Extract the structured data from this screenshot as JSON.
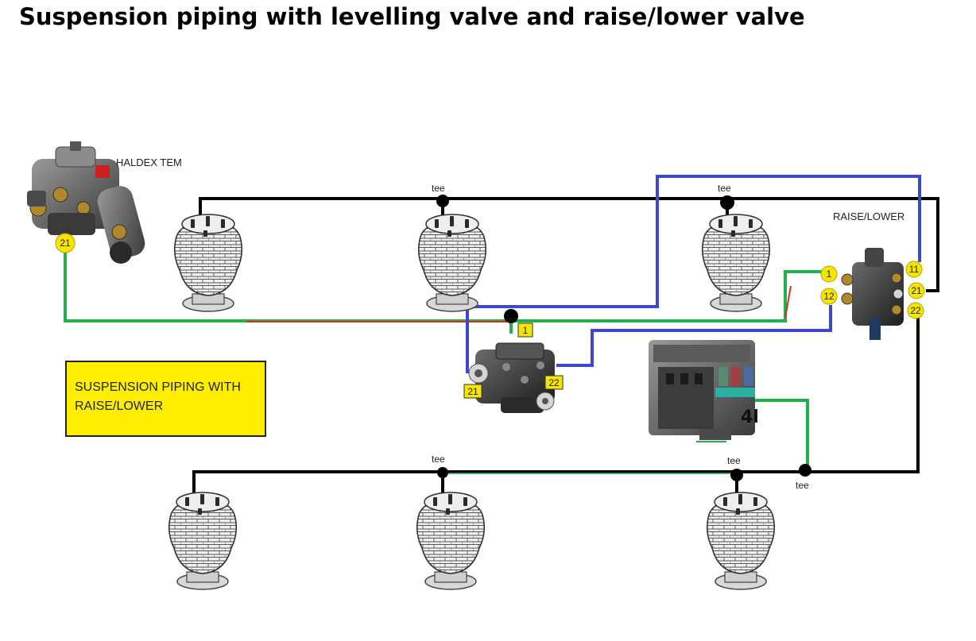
{
  "title": "Suspension piping with levelling valve and raise/lower valve",
  "labels": {
    "haldex": "HALDEX TEM",
    "raise_lower": "RAISE/LOWER",
    "tee": "tee",
    "module_mark": "4l"
  },
  "note": {
    "line1": "SUSPENSION PIPING WITH",
    "line2": "RAISE/LOWER"
  },
  "ports": {
    "haldex_21": "21",
    "lv_1": "1",
    "lv_21": "21",
    "lv_22": "22",
    "rl_1": "1",
    "rl_12": "12",
    "rl_11": "11",
    "rl_21": "21",
    "rl_22": "22"
  },
  "pipe_colors": {
    "supply": "#22b14c",
    "bags": "#000000",
    "control": "#3f48cc",
    "red_trace": "#d62f1e"
  }
}
